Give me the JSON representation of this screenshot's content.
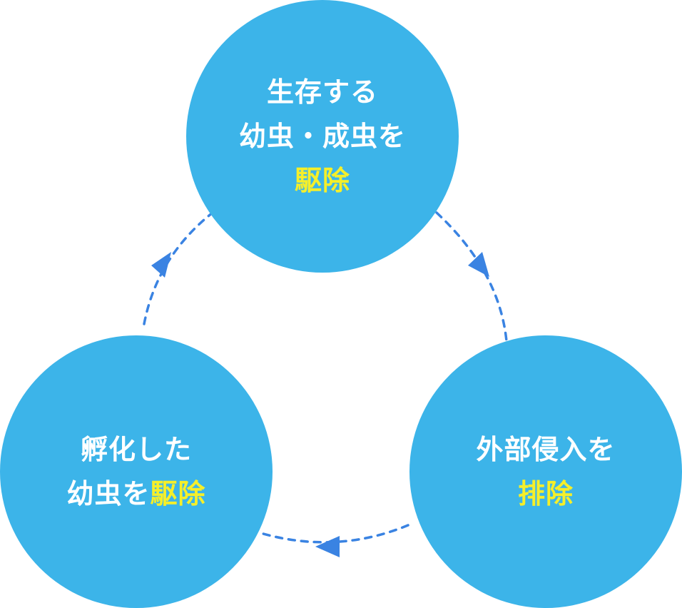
{
  "colors": {
    "circle": "#3cb4e9",
    "arrow": "#3a83e2",
    "text": "#ffffff",
    "highlight": "#f5ef2a"
  },
  "nodes": {
    "top": {
      "line1": "生存する",
      "line2": "幼虫・成虫を",
      "line3_highlight": "駆除"
    },
    "right": {
      "line1": "外部侵入を",
      "line2_highlight": "排除"
    },
    "left": {
      "line1": "孵化した",
      "line2": "幼虫を",
      "line2_highlight": "駆除"
    }
  },
  "connectors": [
    {
      "from": "top",
      "to": "right",
      "style": "dashed-arrow"
    },
    {
      "from": "right",
      "to": "left",
      "style": "dashed-arrow"
    },
    {
      "from": "left",
      "to": "top",
      "style": "dashed-arrow"
    }
  ]
}
